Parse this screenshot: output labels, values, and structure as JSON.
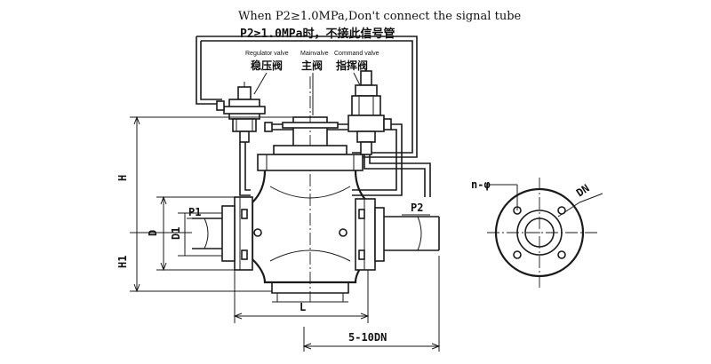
{
  "notes": {
    "english": "When P2≥1.0MPa,Don't connect the signal tube",
    "chinese": "P2≥1.0MPa时，不接此信号管"
  },
  "components": {
    "regulator_en": "Regulator valve",
    "regulator_cn": "稳压阀",
    "main_en": "Mainvalve",
    "main_cn": "主阀",
    "command_en": "Command valve",
    "command_cn": "指挥阀"
  },
  "dimensions": {
    "p1": "P1",
    "p2": "P2",
    "h": "H",
    "h1": "H1",
    "d": "D",
    "d1": "D1",
    "l": "L",
    "downstream": "5-10DN",
    "bolt_holes": "n-φ",
    "dn": "DN"
  }
}
